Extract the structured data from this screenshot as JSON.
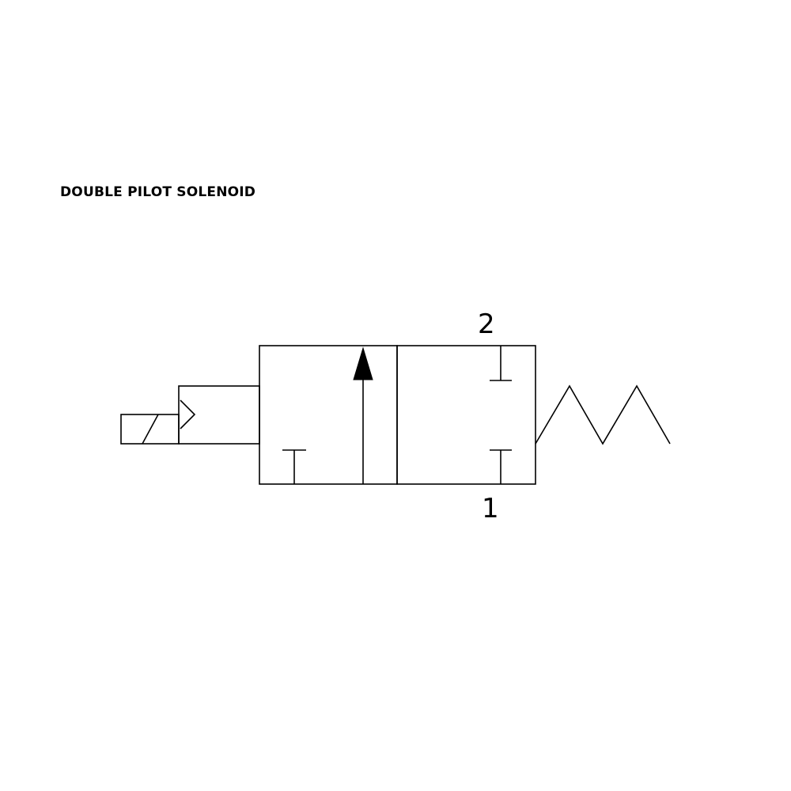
{
  "title": "DOUBLE PILOT SOLENOID",
  "ports": {
    "outlet": "2",
    "inlet": "1"
  },
  "colors": {
    "line": "#000000",
    "background": "#ffffff"
  }
}
